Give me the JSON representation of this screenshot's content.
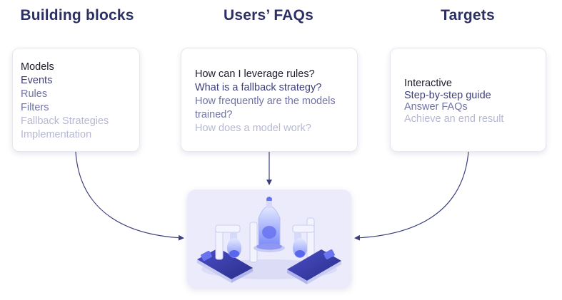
{
  "columns": [
    {
      "title": "Building blocks",
      "items": [
        "Models",
        "Events",
        "Rules",
        "Filters",
        "Fallback Strategies",
        "Implementation"
      ]
    },
    {
      "title": "Users’ FAQs",
      "items": [
        "How can I leverage rules?",
        "What is a fallback strategy?",
        "How frequently are the models trained?",
        "How does a model work?"
      ]
    },
    {
      "title": "Targets",
      "items": [
        "Interactive",
        "Step-by-step guide",
        "Answer FAQs",
        "Achieve an end result"
      ]
    }
  ],
  "colors": {
    "title": "#2b2f63",
    "arrow": "#3c3f7a",
    "text_strong": "#1c1c2e",
    "text_mid": "#3c3f7a",
    "text_soft": "#6f73a5",
    "text_faint": "#b6b8d3",
    "illustration_bg": "#ebebfb",
    "machine_blue": "#6a73f0"
  },
  "illustration": {
    "icon": "factory-machines-icon"
  }
}
